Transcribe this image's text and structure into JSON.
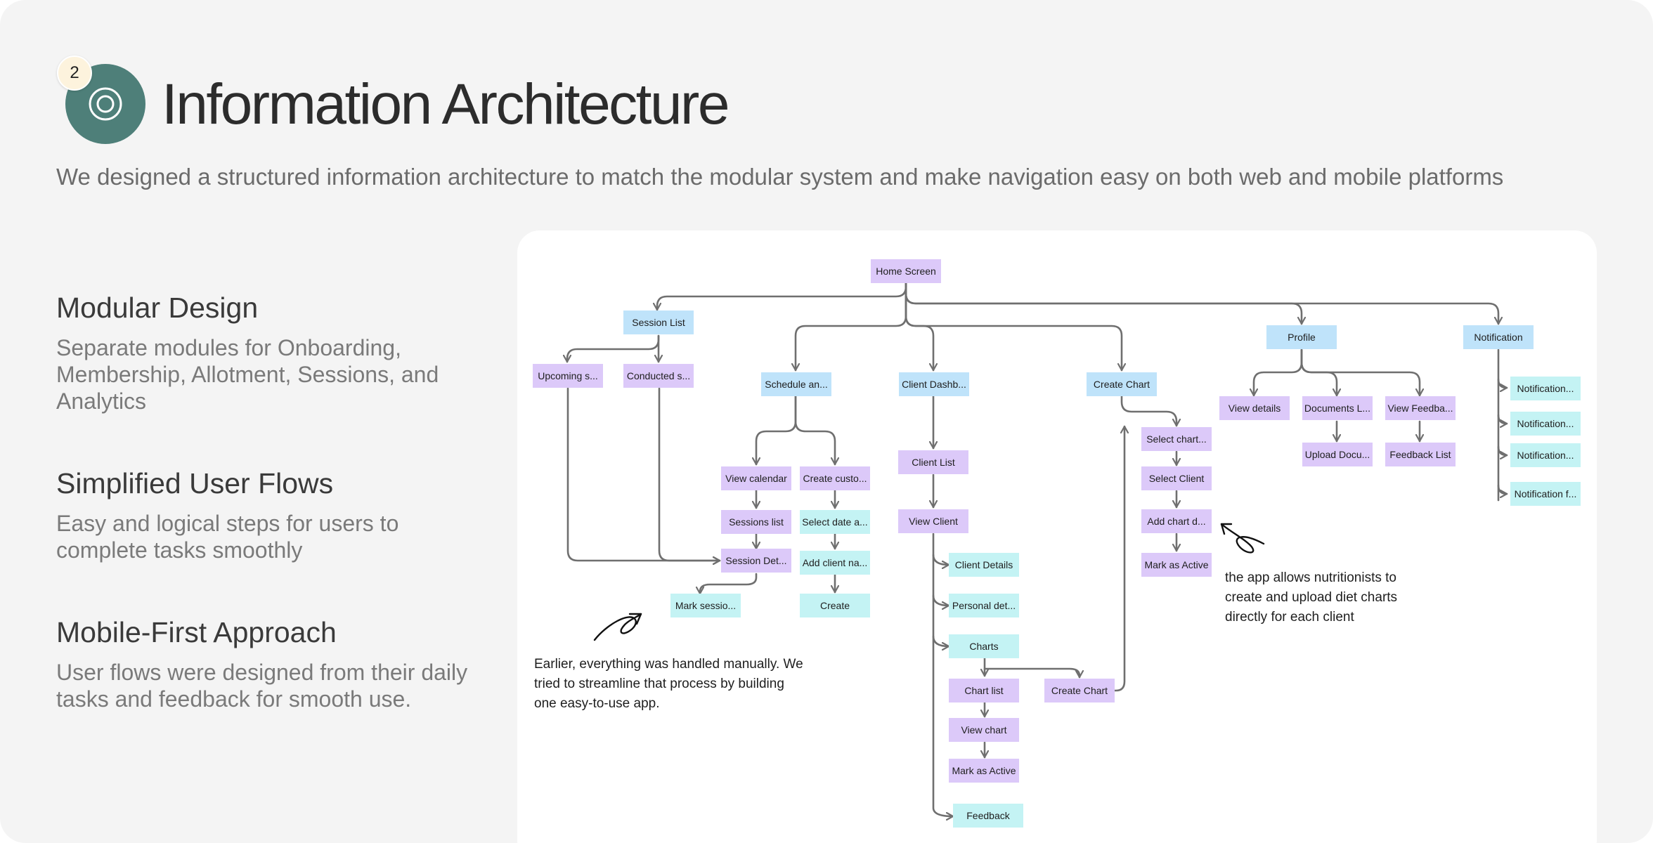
{
  "badge": {
    "number": "2",
    "icon": "target-icon"
  },
  "header": {
    "title": "Information Architecture",
    "subtitle": "We designed a structured information architecture to match the modular system and make navigation easy on both web and mobile platforms"
  },
  "features": [
    {
      "title": "Modular Design",
      "text": "Separate modules for Onboarding, Membership, Allotment, Sessions, and Analytics"
    },
    {
      "title": "Simplified User Flows",
      "text": "Easy and logical steps for users to complete tasks smoothly"
    },
    {
      "title": "Mobile-First Approach",
      "text": "User flows were designed from their daily tasks and feedback for smooth use."
    }
  ],
  "colors": {
    "page_bg": "#f4f4f4",
    "badge": "#4e7f79",
    "blue_node": "#bfe3fa",
    "purple_node": "#dcc9f9",
    "cyan_node": "#c4f3f4",
    "edge": "#6f6f6f"
  },
  "diagram": {
    "nodes": {
      "home": "Home Screen",
      "session_list": "Session List",
      "upcoming": "Upcoming s...",
      "conducted": "Conducted s...",
      "schedule": "Schedule an...",
      "client_dash": "Client Dashb...",
      "create_chart_top": "Create Chart",
      "profile": "Profile",
      "notification": "Notification",
      "view_calendar": "View calendar",
      "create_custom": "Create custo...",
      "sessions_list": "Sessions list",
      "select_date": "Select date a...",
      "session_details": "Session Det...",
      "add_client": "Add client na...",
      "mark_session": "Mark sessio...",
      "create": "Create",
      "client_list": "Client List",
      "view_client": "View Client",
      "client_details": "Client Details",
      "personal_details": "Personal det...",
      "charts": "Charts",
      "chart_list": "Chart list",
      "view_chart": "View chart",
      "mark_active_1": "Mark as Active",
      "feedback": "Feedback",
      "create_chart_sub": "Create Chart",
      "select_chart": "Select chart...",
      "select_client": "Select Client",
      "add_chart": "Add chart d...",
      "mark_active_2": "Mark as Active",
      "view_details": "View details",
      "documents": "Documents L...",
      "upload_docs": "Upload Docu...",
      "view_feedback": "View Feedba...",
      "feedback_list": "Feedback List",
      "notif_1": "Notification...",
      "notif_2": "Notification...",
      "notif_3": "Notification...",
      "notif_4": "Notification f..."
    },
    "notes": {
      "left": "Earlier, everything was handled manually. We tried to streamline that process by building one easy-to-use app.",
      "right": "the app allows nutritionists to create and upload diet charts directly for each client"
    }
  }
}
